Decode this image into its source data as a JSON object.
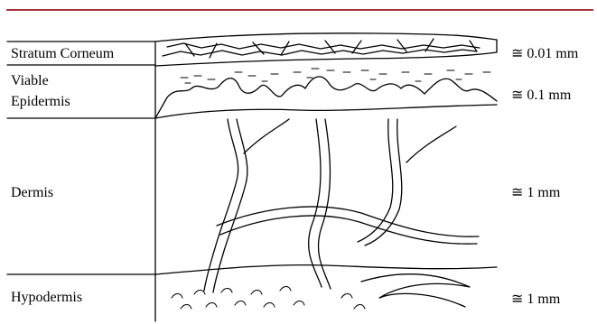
{
  "colors": {
    "accent_rule": "#a8323a",
    "ink": "#000000"
  },
  "layers": [
    {
      "name": "Stratum Corneum",
      "thickness": "≅ 0.01 mm"
    },
    {
      "name": "Viable Epidermis",
      "line1": "Viable",
      "line2": "Epidermis",
      "thickness": "≅ 0.1 mm"
    },
    {
      "name": "Dermis",
      "thickness": "≅ 1 mm"
    },
    {
      "name": "Hypodermis",
      "thickness": "≅ 1 mm"
    }
  ]
}
